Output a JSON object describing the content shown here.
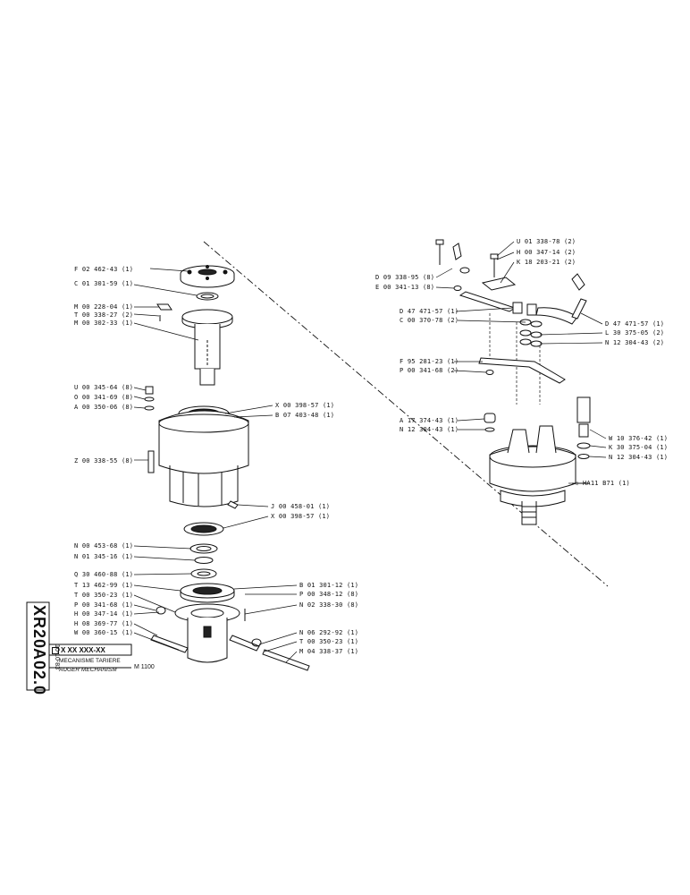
{
  "title_block": {
    "model": "XR20",
    "sheet": "A02.0",
    "date": "10-10-83",
    "ref_code": "X XX XXX-XX",
    "title_fr": "MECANISME TARIERE",
    "title_en": "AUGER MECHANISM",
    "machine": "M 1100"
  },
  "left_parts": [
    {
      "code": "F 02 462-43 (1)"
    },
    {
      "code": "C 01 301-59 (1)"
    },
    {
      "code": "M 00 228-04 (1)"
    },
    {
      "code": "T 00 338-27 (2)"
    },
    {
      "code": "M 00 302-33 (1)"
    },
    {
      "code": "U 00 345-64 (8)"
    },
    {
      "code": "O 00 341-69 (8)"
    },
    {
      "code": "A 00 350-06 (8)"
    },
    {
      "code": "Z 00 338-55 (8)"
    },
    {
      "code": "N 00 453-68 (1)"
    },
    {
      "code": "N 01 345-16 (1)"
    },
    {
      "code": "Q 30 460-88 (1)"
    },
    {
      "code": "T 13 462-99 (1)"
    },
    {
      "code": "T 00 350-23 (1)"
    },
    {
      "code": "P 00 341-68 (1)"
    },
    {
      "code": "H 00 347-14 (1)"
    },
    {
      "code": "H 08 369-77 (1)"
    },
    {
      "code": "W 00 360-15 (1)"
    }
  ],
  "right_of_auger_parts": [
    {
      "code": "X 00 398-57 (1)"
    },
    {
      "code": "B 07 403-48 (1)"
    },
    {
      "code": "J 00 458-01 (1)"
    },
    {
      "code": "X 00 398-57 (1)"
    },
    {
      "code": "B 01 301-12 (1)"
    },
    {
      "code": "P 00 348-12 (8)"
    },
    {
      "code": "N 02 338-30 (8)"
    },
    {
      "code": "N 06 292-92 (1)"
    },
    {
      "code": "T 00 350-23 (1)"
    },
    {
      "code": "M 04 338-37 (1)"
    }
  ],
  "gearbox_parts": [
    {
      "code": "U 01 338-78 (2)"
    },
    {
      "code": "H 00 347-14 (2)"
    },
    {
      "code": "K 18 203-21 (2)"
    },
    {
      "code": "D 09 338-95 (8)"
    },
    {
      "code": "E 00 341-13 (8)"
    },
    {
      "code": "D 47 471-57 (1)"
    },
    {
      "code": "C 00 370-78 (2)"
    },
    {
      "code": "D 47 471-57 (1)"
    },
    {
      "code": "L 30 375-05 (2)"
    },
    {
      "code": "N 12 304-43 (2)"
    },
    {
      "code": "F 95 281-23 (1)"
    },
    {
      "code": "P 00 341-68 (2)"
    },
    {
      "code": "A 17 374-43 (1)"
    },
    {
      "code": "N 12 304-43 (1)"
    },
    {
      "code": "W 10 376-42 (1)"
    },
    {
      "code": "K 30 375-04 (1)"
    },
    {
      "code": "N 12 304-43 (1)"
    },
    {
      "code": "HA11 B71 (1)"
    }
  ]
}
